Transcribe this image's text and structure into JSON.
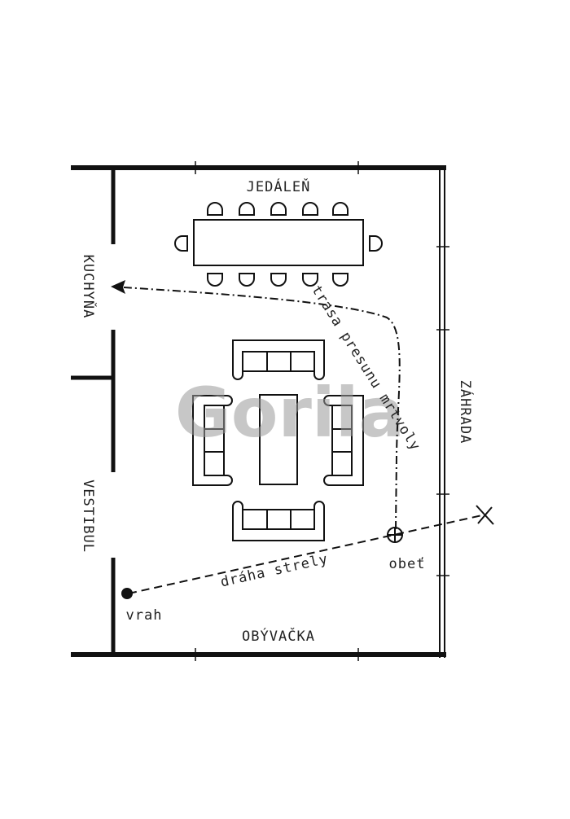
{
  "rooms": {
    "dining": "JEDÁLEŇ",
    "kitchen": "KUCHYŇA",
    "vestibule": "VESTIBUL",
    "garden": "ZÁHRADA",
    "living": "OBÝVAČKA"
  },
  "annotations": {
    "body_path": "trasa presunu mrtvoly",
    "bullet_path": "dráha strely",
    "victim": "obeť",
    "killer": "vrah"
  },
  "watermark": "Gorila"
}
